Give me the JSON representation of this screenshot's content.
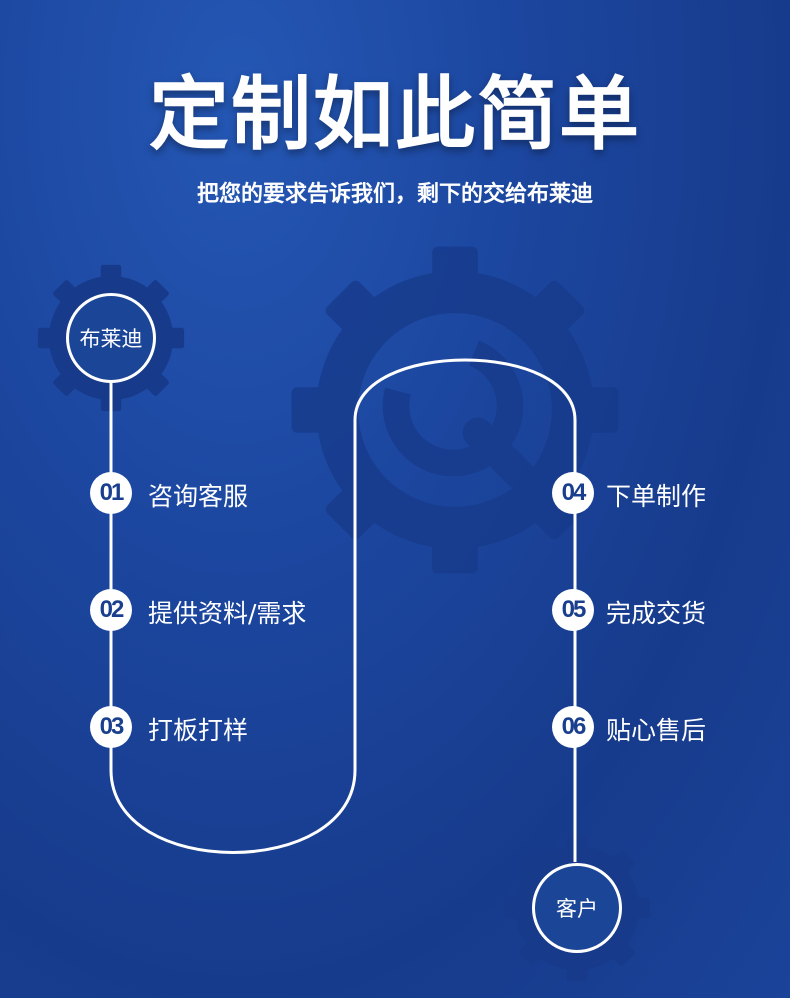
{
  "title": "定制如此简单",
  "subtitle": "把您的要求告诉我们，剩下的交给布莱迪",
  "start_node": "布莱迪",
  "end_node": "客户",
  "steps": [
    {
      "num": "01",
      "label": "咨询客服"
    },
    {
      "num": "02",
      "label": "提供资料/需求"
    },
    {
      "num": "03",
      "label": "打板打样"
    },
    {
      "num": "04",
      "label": "下单制作"
    },
    {
      "num": "05",
      "label": "完成交货"
    },
    {
      "num": "06",
      "label": "贴心售后"
    }
  ],
  "colors": {
    "background": "#1c47a0",
    "line": "#ffffff",
    "gear": "#17398a"
  }
}
